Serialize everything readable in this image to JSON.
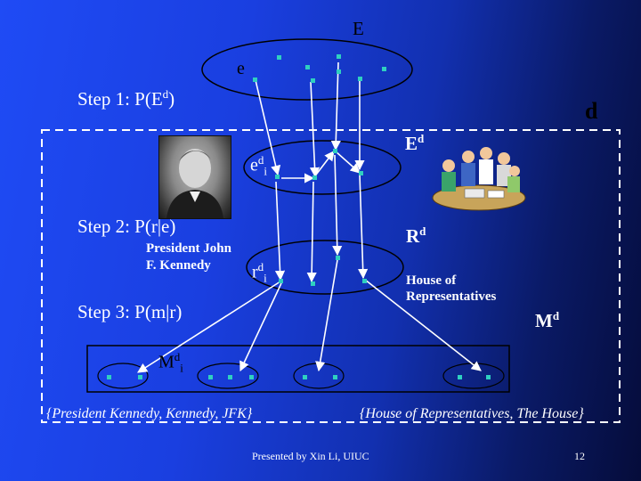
{
  "labels": {
    "E": "E",
    "e": "e",
    "step1": "Step 1: P(E",
    "step1_sup": "d",
    "step1_close": ")",
    "d": "d",
    "Ed_main": "E",
    "Ed_sup": "d",
    "edi_main": "e",
    "edi_sup": "d",
    "edi_sub": "i",
    "step2": "Step 2: P(r|e)",
    "kennedy_line1": "President John",
    "kennedy_line2": "F. Kennedy",
    "rdi_main": "r",
    "rdi_sup": "d",
    "rdi_sub": "i",
    "Rd_main": "R",
    "Rd_sup": "d",
    "house_line1": "House of",
    "house_line2": "Representatives",
    "step3": "Step 3: P(m|r)",
    "Md_right_main": "M",
    "Md_right_sup": "d",
    "Md_box_main": "M",
    "Md_box_sup": "d",
    "Md_box_sub": "i",
    "set_kennedy": "{President Kennedy, Kennedy, JFK}",
    "set_house": "{House of Representatives, The House}"
  },
  "footer": {
    "presenter": "Presented by Xin Li, UIUC",
    "page": "12"
  },
  "colors": {
    "ellipse": "#000000",
    "node": "#2fd0c0",
    "arrow": "#ffffff",
    "dashed_box": "#ffffff"
  },
  "icons": {
    "photo": "kennedy-portrait-photo",
    "people": "people-meeting-clipart"
  }
}
